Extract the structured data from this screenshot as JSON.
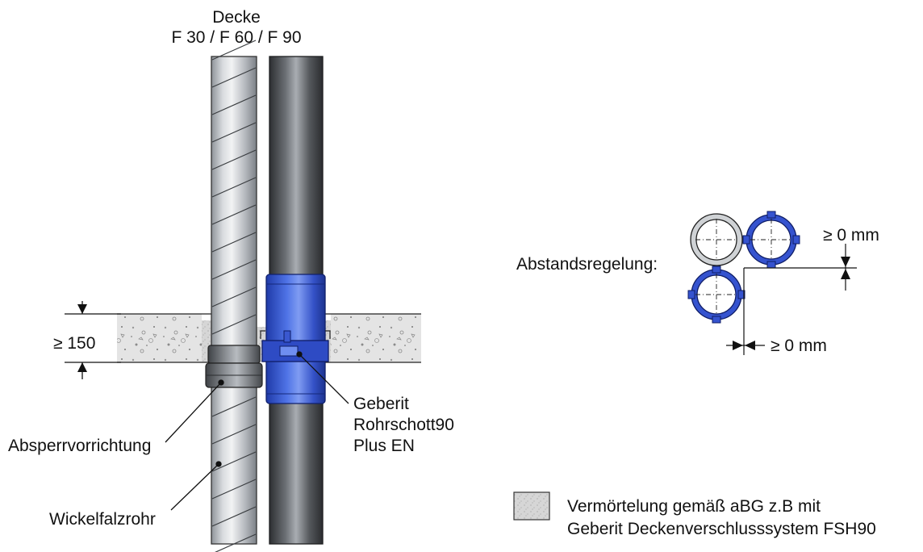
{
  "ceiling": {
    "title_line1": "Decke",
    "title_line2": "F 30 / F 60 / F 90",
    "thickness_label": "≥ 150"
  },
  "labels": {
    "shutoff": "Absperrvorrichtung",
    "spiral_pipe": "Wickelfalzrohr",
    "product_line1": "Geberit",
    "product_line2": "Rohrschott90",
    "product_line3": "Plus EN"
  },
  "spacing": {
    "title": "Abstandsregelung:",
    "vertical_gap": "≥ 0 mm",
    "horizontal_gap": "≥ 0 mm"
  },
  "legend": {
    "line1": "Vermörtelung gemäß aBG z.B mit",
    "line2": "Geberit Deckenverschlusssystem FSH90"
  },
  "colors": {
    "collar_blue": "#3b5bd6",
    "steel_grey": "#b9bec4",
    "dark_pipe": "#55585c",
    "concrete": "#e3e3e3"
  }
}
